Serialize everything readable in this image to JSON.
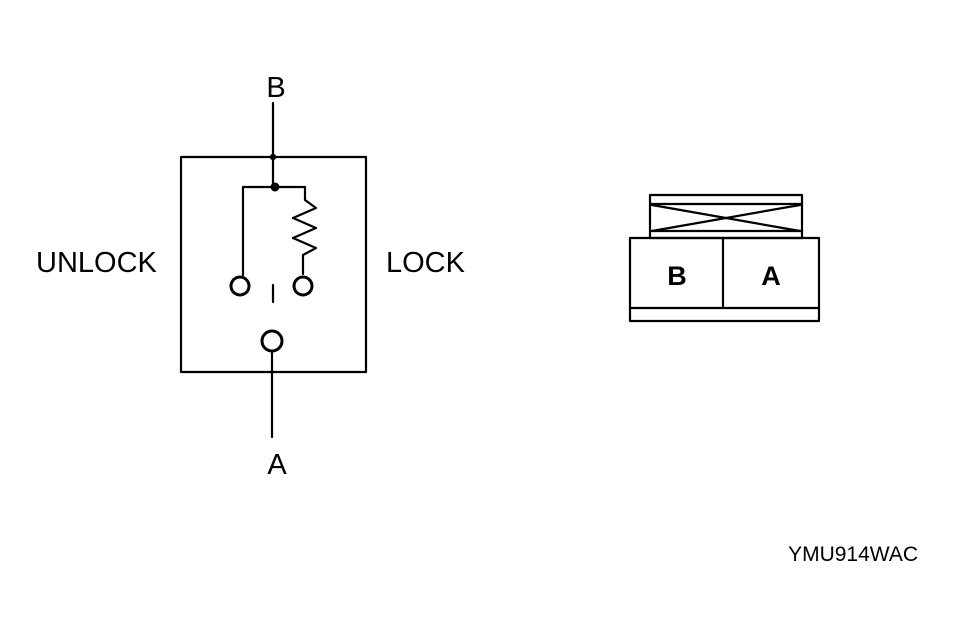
{
  "switch_diagram": {
    "terminal_top": "B",
    "terminal_bottom": "A",
    "position_left": "UNLOCK",
    "position_right": "LOCK"
  },
  "connector": {
    "pins": [
      "B",
      "A"
    ]
  },
  "figure_code": "YMU914WAC"
}
